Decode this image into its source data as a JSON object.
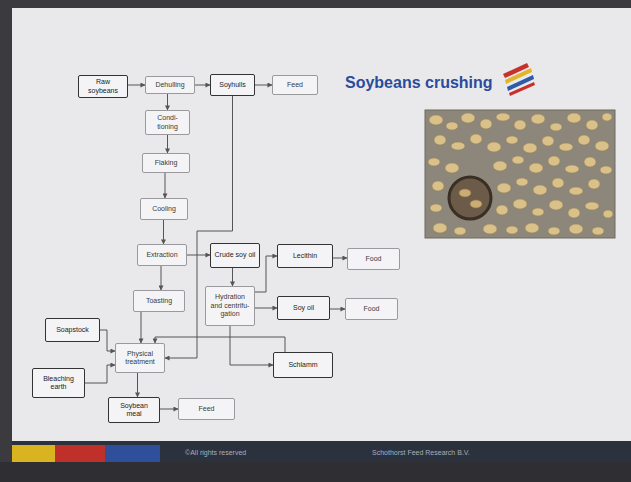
{
  "diagram": {
    "title": "Soybeans crushing",
    "nodes": [
      {
        "text": [
          "Raw soybeans"
        ]
      },
      {
        "text": [
          "Dehulling"
        ]
      },
      {
        "text": [
          "Soyhulls"
        ]
      },
      {
        "text": [
          "Feed"
        ]
      },
      {
        "text": [
          "Condi- tioning"
        ]
      },
      {
        "text": [
          "Flaking"
        ]
      },
      {
        "text": [
          "Cooling"
        ]
      },
      {
        "text": [
          "Extraction"
        ]
      },
      {
        "text": [
          "Crude soy oil"
        ]
      },
      {
        "text": [
          "Lecithin"
        ]
      },
      {
        "text": [
          "Food"
        ]
      },
      {
        "text": [
          "Toasting"
        ]
      },
      {
        "text": [
          "Hydration and centrifu- gation"
        ]
      },
      {
        "text": [
          "Soy oil"
        ]
      },
      {
        "text": [
          "Food"
        ]
      },
      {
        "text": [
          "Soapstock"
        ]
      },
      {
        "text": [
          "Physical treatment"
        ]
      },
      {
        "text": [
          "Schlamm"
        ]
      },
      {
        "text": [
          "Bleaching earth"
        ]
      },
      {
        "text": [
          "Soybean meal"
        ]
      },
      {
        "text": [
          "Feed"
        ]
      }
    ],
    "edges": [
      {
        "from": 0,
        "to": 1,
        "arrow": "to"
      },
      {
        "from": 1,
        "to": 2,
        "arrow": "to"
      },
      {
        "from": 2,
        "to": 3,
        "arrow": "to"
      },
      {
        "from": 1,
        "to": 4,
        "arrow": "to"
      },
      {
        "from": 4,
        "to": 5,
        "arrow": "to"
      },
      {
        "from": 5,
        "to": 6,
        "arrow": "to"
      },
      {
        "from": 6,
        "to": 7,
        "arrow": "to"
      },
      {
        "from": 7,
        "to": 8,
        "arrow": "to"
      },
      {
        "from": 7,
        "to": 11,
        "arrow": "to"
      },
      {
        "from": 8,
        "to": 12,
        "arrow": "to"
      },
      {
        "from": 12,
        "to": 9,
        "arrow": "to"
      },
      {
        "from": 9,
        "to": 10,
        "arrow": "to"
      },
      {
        "from": 12,
        "to": 13,
        "arrow": "to"
      },
      {
        "from": 13,
        "to": 14,
        "arrow": "to"
      },
      {
        "from": 12,
        "to": 17,
        "arrow": "to"
      },
      {
        "from": 17,
        "to": 16,
        "arrow": "to"
      },
      {
        "from": 11,
        "to": 16,
        "arrow": "to"
      },
      {
        "from": 15,
        "to": 16,
        "arrow": "to"
      },
      {
        "from": 18,
        "to": 16,
        "arrow": "to"
      },
      {
        "from": 2,
        "to": 16,
        "arrow": "to"
      },
      {
        "from": 16,
        "to": 19,
        "arrow": "to"
      },
      {
        "from": 19,
        "to": 20,
        "arrow": "to"
      }
    ],
    "labels": [
      "©All rights reserved",
      "Schothorst Feed Research B.V."
    ]
  }
}
